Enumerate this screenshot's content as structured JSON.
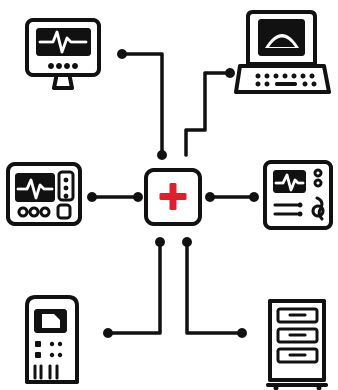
{
  "diagram": {
    "theme": {
      "ink": "#111111",
      "accent": "#e11d2e",
      "background": "#ffffff"
    },
    "hub": {
      "icon": "medical-cross-icon"
    },
    "devices": [
      {
        "id": "ecg-monitor",
        "icon": "ecg-monitor-icon"
      },
      {
        "id": "ultrasound-laptop",
        "icon": "ultrasound-laptop-icon"
      },
      {
        "id": "patient-monitor",
        "icon": "patient-monitor-icon"
      },
      {
        "id": "vital-signs-panel",
        "icon": "vital-signs-panel-icon"
      },
      {
        "id": "infusion-pump",
        "icon": "infusion-pump-icon"
      },
      {
        "id": "medical-cabinet",
        "icon": "medical-cabinet-icon"
      }
    ]
  }
}
